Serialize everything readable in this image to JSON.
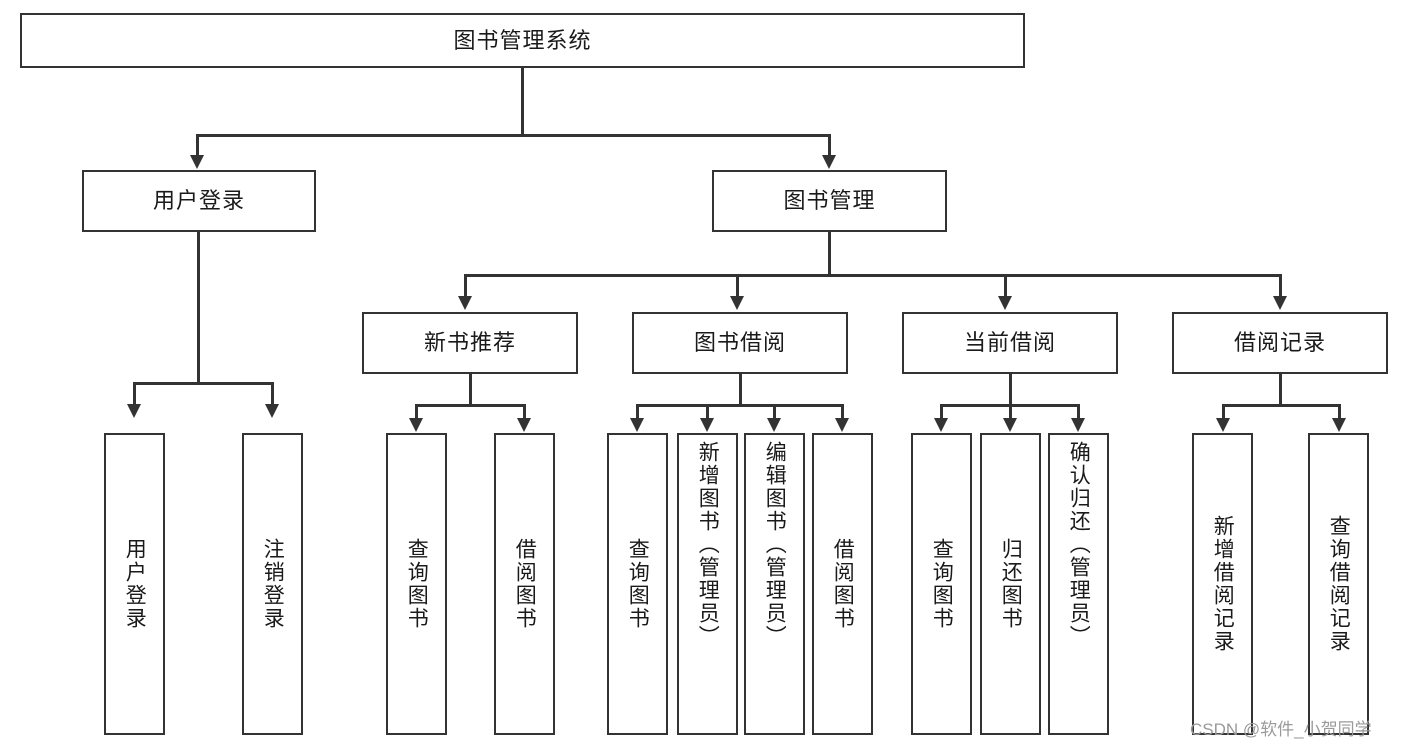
{
  "diagram": {
    "title": "图书管理系统",
    "type": "tree",
    "root": {
      "id": "root",
      "label": "图书管理系统"
    },
    "level2": [
      {
        "id": "user-login",
        "label": "用户登录"
      },
      {
        "id": "book-manage",
        "label": "图书管理"
      }
    ],
    "level3": [
      {
        "id": "new-book-recommend",
        "label": "新书推荐",
        "parent": "book-manage"
      },
      {
        "id": "book-borrow",
        "label": "图书借阅",
        "parent": "book-manage"
      },
      {
        "id": "current-borrow",
        "label": "当前借阅",
        "parent": "book-manage"
      },
      {
        "id": "borrow-record",
        "label": "借阅记录",
        "parent": "book-manage"
      }
    ],
    "leaves": {
      "user-login": [
        {
          "id": "leaf-user-login",
          "label": "用户登录"
        },
        {
          "id": "leaf-user-logout",
          "label": "注销登录"
        }
      ],
      "new-book-recommend": [
        {
          "id": "leaf-query-book-1",
          "label": "查询图书"
        },
        {
          "id": "leaf-borrow-book-1",
          "label": "借阅图书"
        }
      ],
      "book-borrow": [
        {
          "id": "leaf-query-book-2",
          "label": "查询图书"
        },
        {
          "id": "leaf-add-book",
          "label": "新增图书（管理员）"
        },
        {
          "id": "leaf-edit-book",
          "label": "编辑图书（管理员）"
        },
        {
          "id": "leaf-borrow-book-2",
          "label": "借阅图书"
        }
      ],
      "current-borrow": [
        {
          "id": "leaf-query-book-3",
          "label": "查询图书"
        },
        {
          "id": "leaf-return-book",
          "label": "归还图书"
        },
        {
          "id": "leaf-confirm-return",
          "label": "确认归还（管理员）"
        }
      ],
      "borrow-record": [
        {
          "id": "leaf-add-record",
          "label": "新增借阅记录"
        },
        {
          "id": "leaf-query-record",
          "label": "查询借阅记录"
        }
      ]
    }
  },
  "watermark": {
    "text": "CSDN @软件_小贺同学"
  },
  "colors": {
    "border": "#333333",
    "text": "#1a1a1a",
    "background": "#ffffff",
    "watermark": "#9a9a9a"
  }
}
